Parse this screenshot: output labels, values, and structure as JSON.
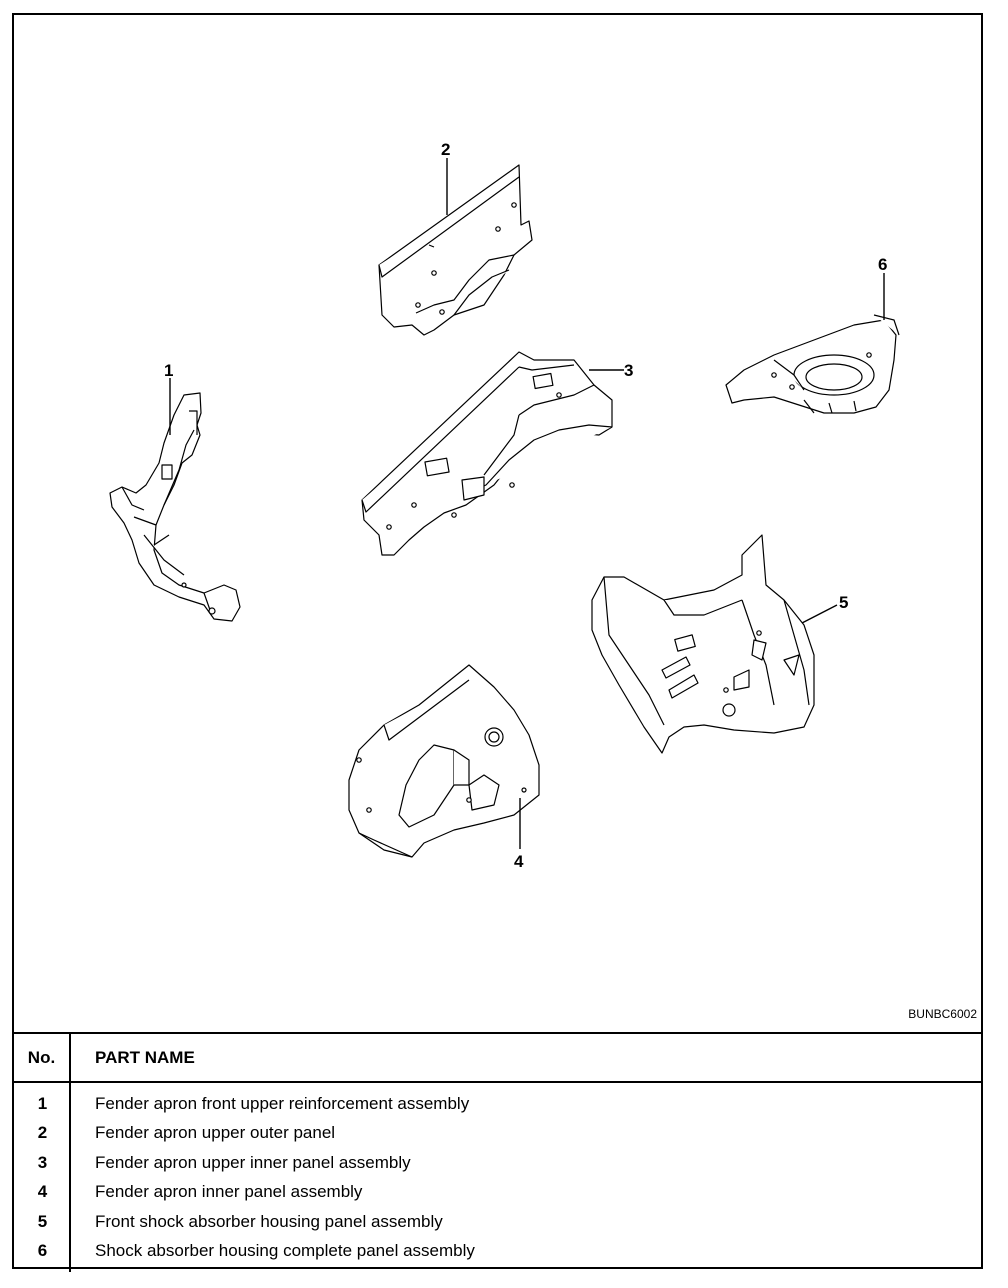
{
  "figure": {
    "code": "BUNBC6002",
    "callouts": [
      "1",
      "2",
      "3",
      "4",
      "5",
      "6"
    ]
  },
  "table": {
    "headers": {
      "no": "No.",
      "name": "PART NAME"
    },
    "rows": [
      {
        "no": "1",
        "name": "Fender apron front upper reinforcement assembly"
      },
      {
        "no": "2",
        "name": "Fender apron upper outer panel"
      },
      {
        "no": "3",
        "name": "Fender apron upper inner panel assembly"
      },
      {
        "no": "4",
        "name": "Fender apron inner panel assembly"
      },
      {
        "no": "5",
        "name": "Front shock absorber housing panel assembly"
      },
      {
        "no": "6",
        "name": "Shock absorber housing complete panel assembly"
      }
    ]
  }
}
